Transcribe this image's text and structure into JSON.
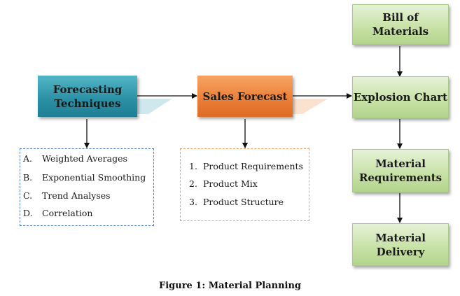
{
  "nodes": {
    "bill_of_materials": "Bill of Materials",
    "forecasting_line1": "Forecasting",
    "forecasting_line2": "Techniques",
    "sales_forecast": "Sales Forecast",
    "explosion_chart": "Explosion Chart",
    "material_requirements_line1": "Material",
    "material_requirements_line2": "Requirements",
    "material_delivery_line1": "Material",
    "material_delivery_line2": "Delivery"
  },
  "forecasting_list": [
    {
      "marker": "A.",
      "text": "Weighted Averages"
    },
    {
      "marker": "B.",
      "text": "Exponential Smoothing"
    },
    {
      "marker": "C.",
      "text": "Trend Analyses"
    },
    {
      "marker": "D.",
      "text": "Correlation"
    }
  ],
  "sales_list": [
    {
      "marker": "1.",
      "text": "Product Requirements"
    },
    {
      "marker": "2.",
      "text": "Product Mix"
    },
    {
      "marker": "3.",
      "text": "Product Structure"
    }
  ],
  "caption": "Figure 1: Material Planning",
  "colors": {
    "green_box": "#c9e2a8",
    "teal_box": "#2a8fa3",
    "orange_box": "#ea7d36",
    "blue_dash": "#4f7fc0",
    "orange_dash": "#f0a060"
  }
}
